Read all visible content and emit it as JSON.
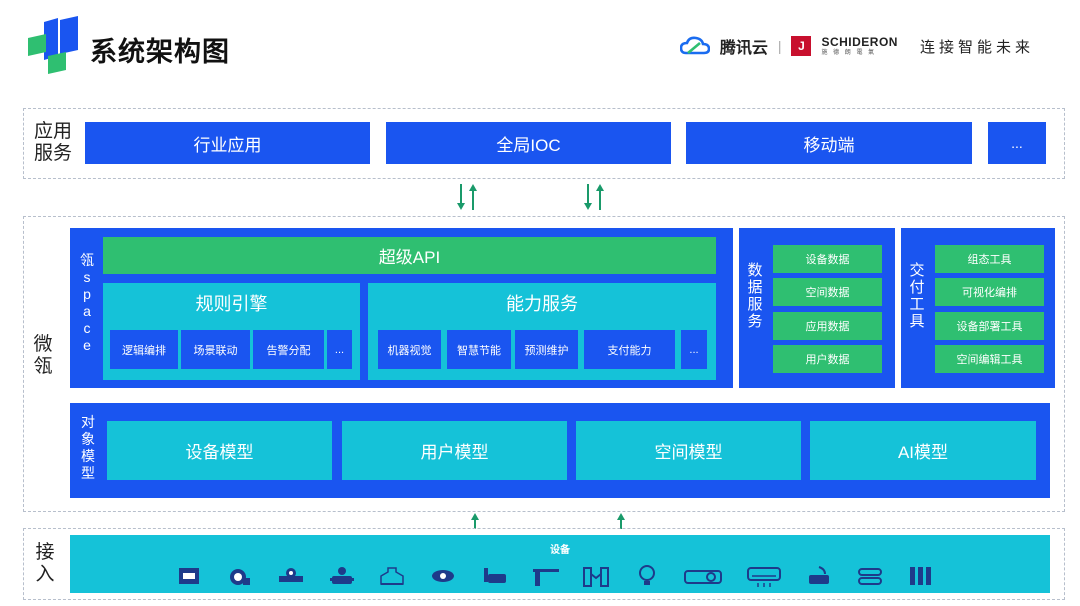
{
  "header": {
    "title": "系统架构图",
    "brand_tencent": "腾讯云",
    "brand_sep": "|",
    "schideron_name": "SCHIDERON",
    "schideron_sub": "施 德 朗 電 氣",
    "slogan": "连接智能未来"
  },
  "app_layer": {
    "label": "应用服务",
    "items": [
      "行业应用",
      "全局IOC",
      "移动端",
      "..."
    ]
  },
  "weiling": {
    "label": "微瓴",
    "space_label": "瓴space",
    "super_api": "超级API",
    "rule_engine": {
      "title": "规则引擎",
      "items": [
        "逻辑编排",
        "场景联动",
        "告警分配",
        "..."
      ]
    },
    "capability": {
      "title": "能力服务",
      "items": [
        "机器视觉",
        "智慧节能",
        "预测维护",
        "支付能力",
        "..."
      ]
    },
    "data_service": {
      "label": "数据服务",
      "items": [
        "设备数据",
        "空间数据",
        "应用数据",
        "用户数据"
      ]
    },
    "delivery_tools": {
      "label": "交付工具",
      "items": [
        "组态工具",
        "可视化编排",
        "设备部署工具",
        "空间编辑工具"
      ]
    },
    "object_model": {
      "label": "对象模型",
      "items": [
        "设备模型",
        "用户模型",
        "空间模型",
        "AI模型"
      ]
    }
  },
  "access_layer": {
    "label": "接入",
    "devices_label": "设备",
    "device_icons": [
      "chip-icon",
      "camera-dome-icon",
      "valve-icon",
      "water-meter-icon",
      "building-icon",
      "dome-camera-icon",
      "bullet-camera-icon",
      "barrier-gate-icon",
      "turnstile-icon",
      "light-bulb-icon",
      "projector-icon",
      "air-conditioner-icon",
      "router-icon",
      "sensor-icon",
      "battery-icon"
    ]
  },
  "colors": {
    "blue": "#1a55f0",
    "green": "#2fbf71",
    "teal": "#15c2d8",
    "arrow": "#1a9a6a"
  }
}
